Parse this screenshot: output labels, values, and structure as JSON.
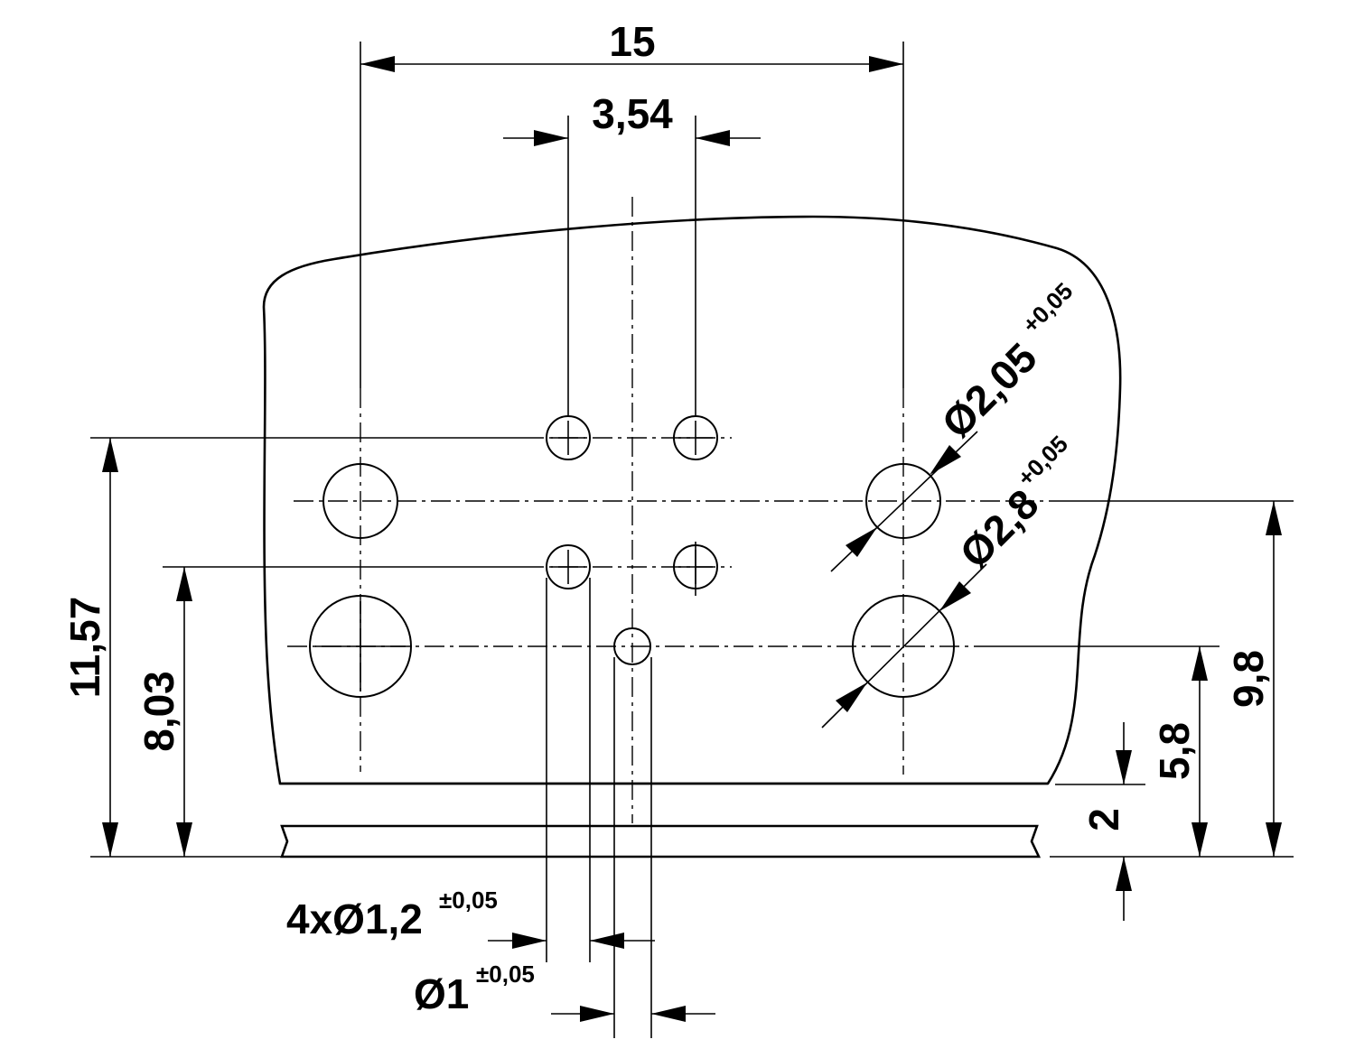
{
  "drawing": {
    "dimensions": {
      "width_total": "15",
      "pin_pitch": "3,54",
      "height_total": "11,57",
      "height_pins": "8,03",
      "height_right": "9,8",
      "height_mid": "5,8",
      "thickness": "2"
    },
    "callouts": {
      "large_hole_d1": {
        "prefix": "Ø2,05",
        "tolerance": "+0,05"
      },
      "large_hole_d2": {
        "prefix": "Ø2,8",
        "tolerance": "+0,05"
      },
      "pin_holes": {
        "prefix": "4xØ1,2",
        "tolerance": "±0,05"
      },
      "center_hole": {
        "prefix": "Ø1",
        "tolerance": "±0,05"
      }
    }
  }
}
